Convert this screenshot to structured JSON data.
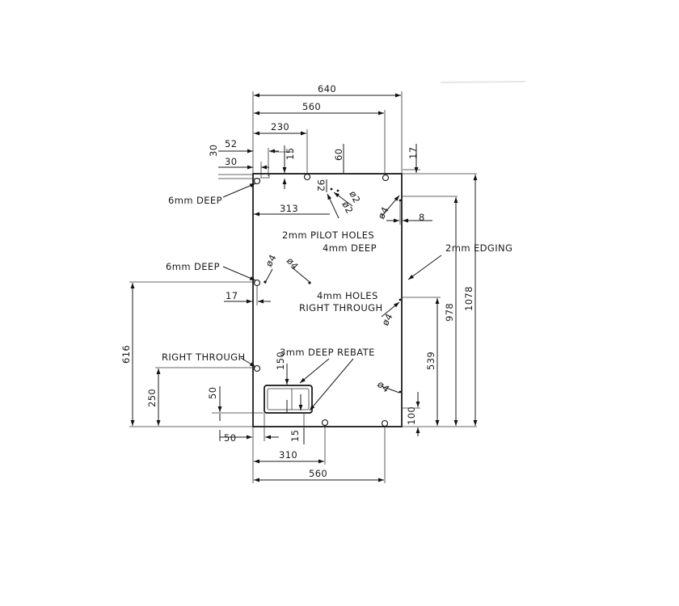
{
  "drawing": {
    "dimensions": {
      "overall_width": "640",
      "width_560_top": "560",
      "width_230": "230",
      "dim_52": "52",
      "dim_30_horizontal": "30",
      "dim_30_vertical": "30",
      "dim_15_top": "15",
      "dim_60": "60",
      "dim_17_top": "17",
      "dim_92": "92",
      "dim_313": "313",
      "dim_8": "8",
      "dim_17_left": "17",
      "overall_height": "1078",
      "dim_978": "978",
      "dim_539": "539",
      "dim_100": "100",
      "dim_616": "616",
      "dim_250": "250",
      "dim_50_vertical": "50",
      "dim_150": "150",
      "dim_50_bottom": "50",
      "dim_15_bottom": "15",
      "dim_310": "310",
      "width_560_bottom": "560"
    },
    "hole_labels": {
      "d2_a": "ø2",
      "d2_b": "ø2",
      "d4_upper_right": "ø4",
      "d4_left": "ø4",
      "d4_center": "ø4",
      "d4_mid_right": "ø4",
      "d4_lower_right": "ø4"
    },
    "notes": {
      "six_mm_deep_top": "6mm  DEEP",
      "six_mm_deep_left": "6mm  DEEP",
      "pilot_holes_line1": "2mm  PILOT  HOLES",
      "pilot_holes_line2": "4mm  DEEP",
      "edging": "2mm  EDGING",
      "four_mm_holes_line1": "4mm  HOLES",
      "four_mm_holes_line2": "RIGHT  THROUGH",
      "right_through": "RIGHT  THROUGH",
      "rebate": "3mm  DEEP  REBATE"
    }
  }
}
